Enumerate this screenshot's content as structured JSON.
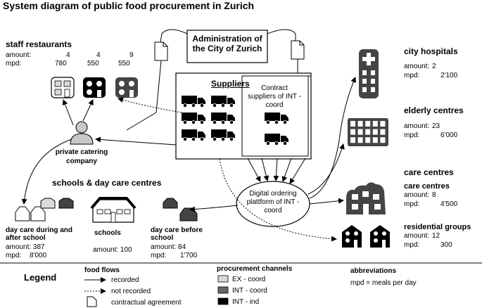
{
  "title": "System diagram of public food procurement in Zurich",
  "administration": "Administration of the City of Zurich",
  "suppliers": {
    "label": "Suppliers",
    "contract_label": "Contract suppliers of INT - coord"
  },
  "private_catering": "private catering company",
  "ordering_platform": "Digital ordering plattform of INT - coord",
  "staff_restaurants": {
    "heading": "staff restaurants",
    "amount_label": "amount:",
    "mpd_label": "mpd:",
    "groups": [
      {
        "amount": "4",
        "mpd": "780"
      },
      {
        "amount": "4",
        "mpd": "550"
      },
      {
        "amount": "9",
        "mpd": "550"
      }
    ]
  },
  "schools_heading": "schools & day care centres",
  "day_care_after": {
    "heading": "day care during and after school",
    "amount": "amount: 387",
    "mpd_label": "mpd:",
    "mpd": "8'000"
  },
  "schools": {
    "heading": "schools",
    "amount": "amount: 100"
  },
  "day_care_before": {
    "heading": "day care before school",
    "amount": "amount: 84",
    "mpd_label": "mpd:",
    "mpd": "1'700"
  },
  "city_hospitals": {
    "heading": "city hospitals",
    "amount_label": "amount:",
    "amount": "2",
    "mpd_label": "mpd:",
    "mpd": "2'100"
  },
  "elderly_centres": {
    "heading": "elderly centres",
    "amount_label": "amount:",
    "amount": "23",
    "mpd_label": "mpd:",
    "mpd": "6'000"
  },
  "care_centres": {
    "heading": "care centres",
    "sub": {
      "heading": "care centres",
      "amount_label": "amount:",
      "amount": "8",
      "mpd_label": "mpd:",
      "mpd": "4'500"
    },
    "residential": {
      "heading": "residential groups",
      "amount_label": "amount:",
      "amount": "12",
      "mpd_label": "mpd:",
      "mpd": "300"
    }
  },
  "legend": {
    "heading": "Legend",
    "food_flows": "food flows",
    "recorded": "recorded",
    "not_recorded": "not recorded",
    "contractual": "contractual agreement",
    "procurement_channels": "procurement channels",
    "channels": [
      {
        "label": "EX - coord",
        "color": "#d9d9d9"
      },
      {
        "label": "INT - coord",
        "color": "#666666"
      },
      {
        "label": "INT - ind",
        "color": "#000000"
      }
    ],
    "abbreviations": "abbreviations",
    "mpd_def": "mpd = meals per day"
  },
  "colors": {
    "ex_coord": "#d9d9d9",
    "int_coord": "#666666",
    "int_ind": "#000000",
    "person": "#c8c8c8",
    "box_fill": "#ffffff"
  }
}
